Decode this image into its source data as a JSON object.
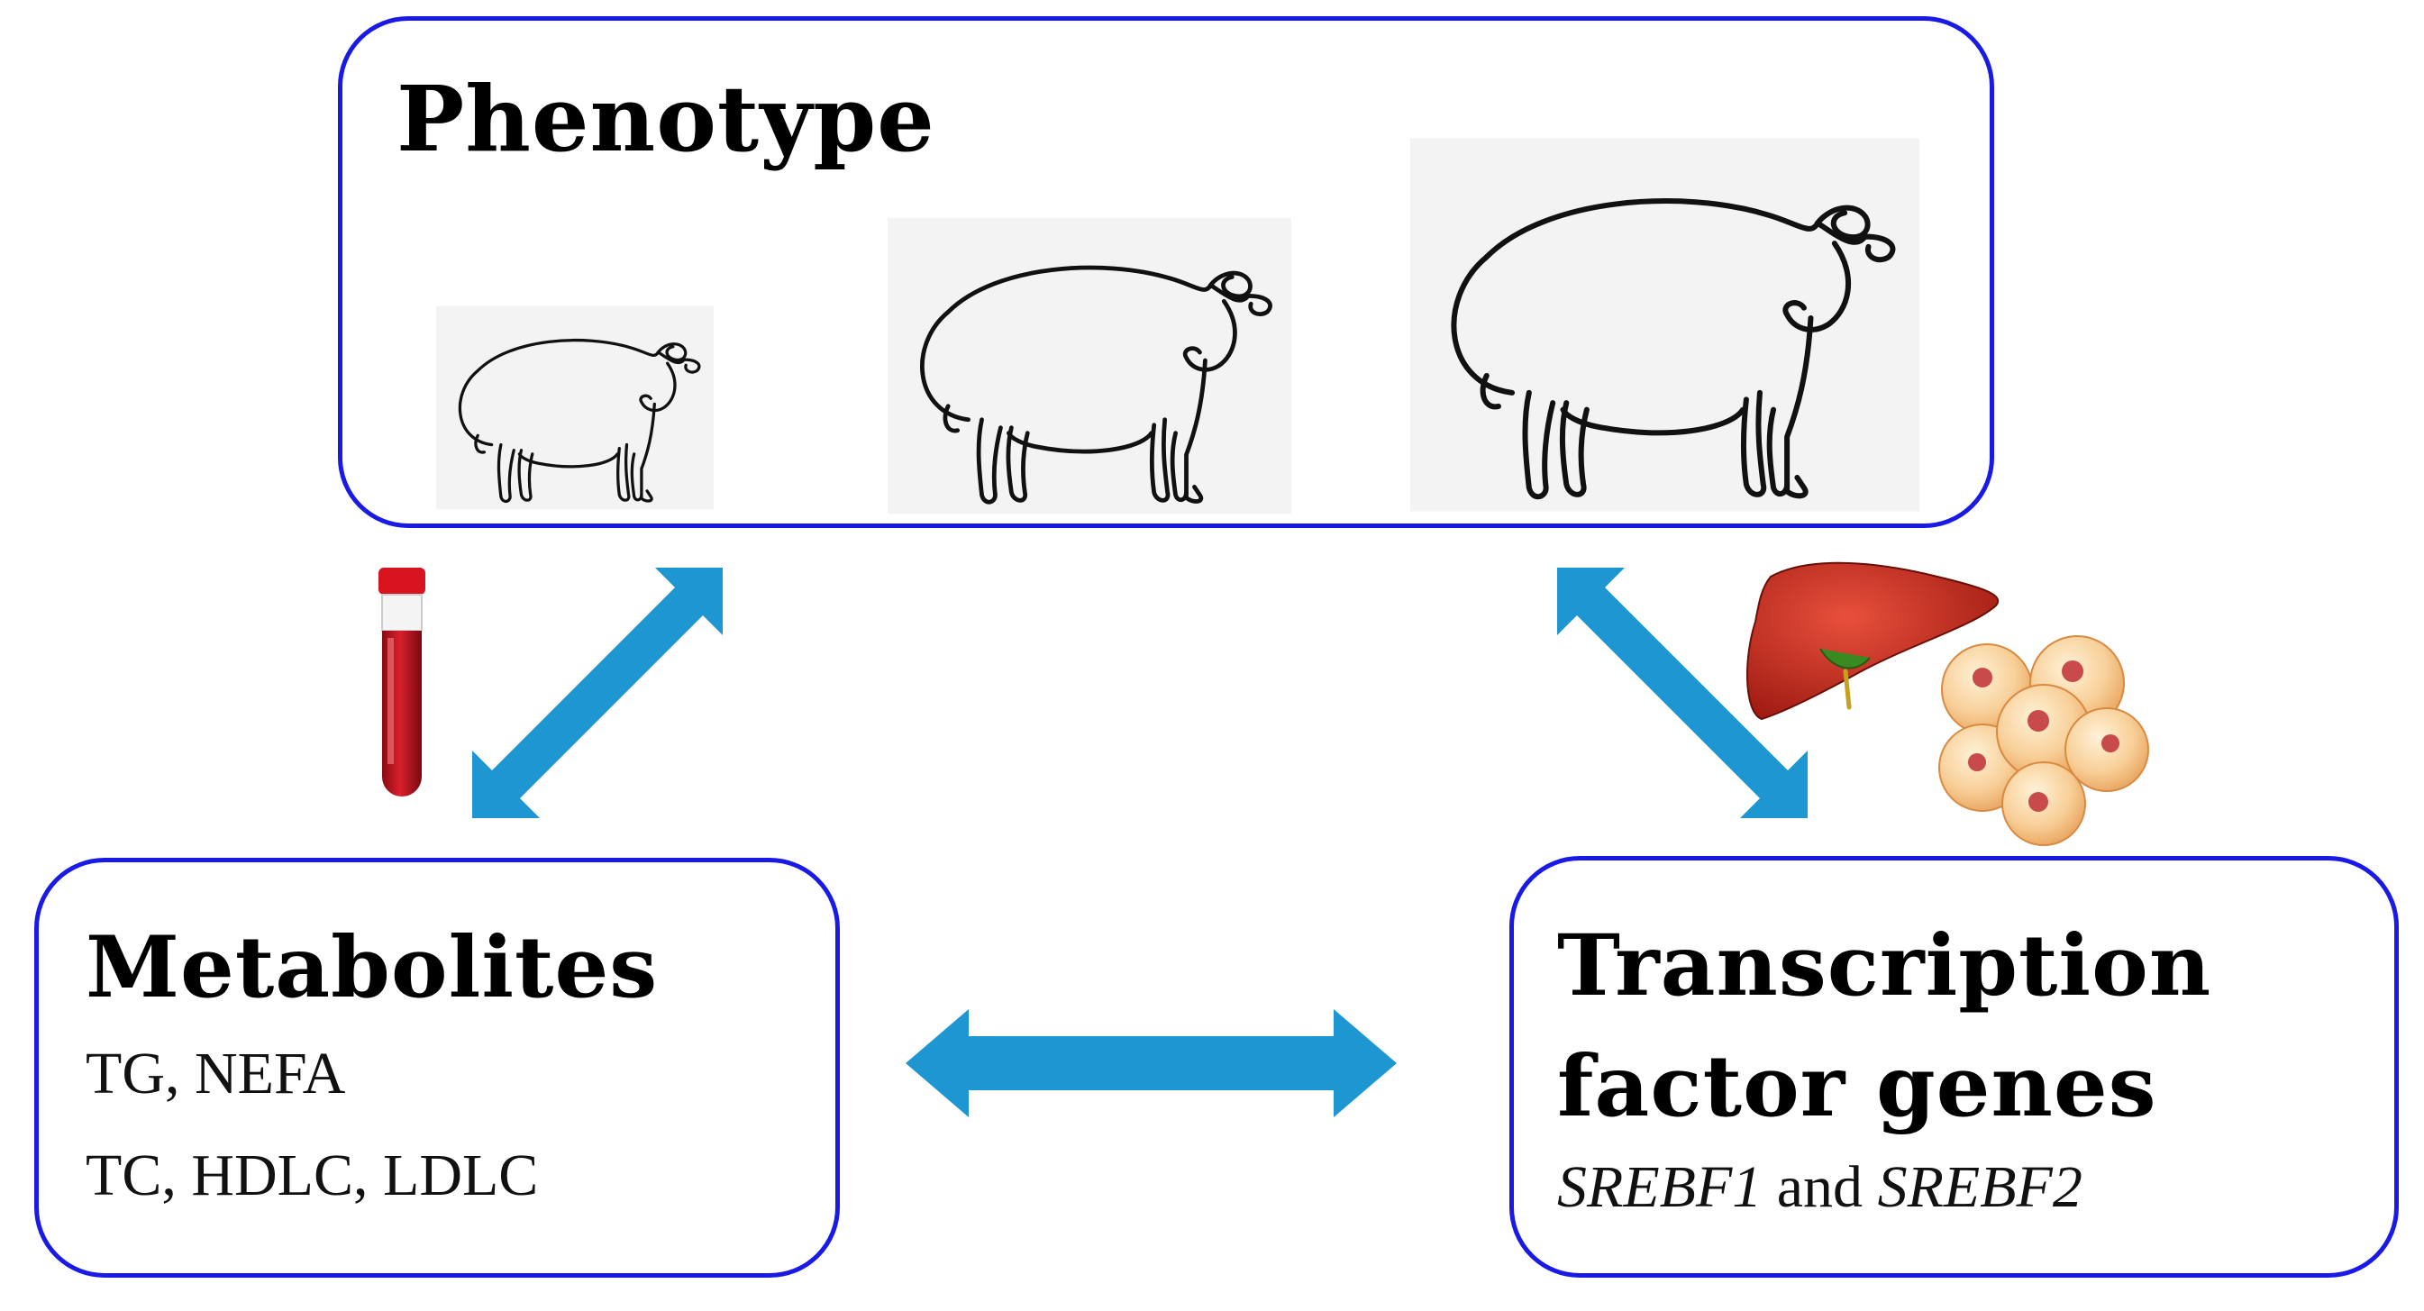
{
  "phenotype": {
    "title": "Phenotype"
  },
  "metabolites": {
    "title": "Metabolites",
    "line1": "TG, NEFA",
    "line2": "TC, HDLC, LDLC"
  },
  "transcription": {
    "title_line1": "Transcription",
    "title_line2": "factor genes",
    "gene1": "SREBF1",
    "conjunction": " and ",
    "gene2": "SREBF2"
  },
  "colors": {
    "box_border": "#1a1ae6",
    "arrow": "#1e96d2",
    "blood": "#c8101e",
    "liver": "#c0241a",
    "fat_cell": "#f6c48a"
  },
  "icons": [
    "sheep-small-icon",
    "sheep-medium-icon",
    "sheep-large-icon",
    "blood-tube-icon",
    "liver-icon",
    "fat-cells-icon"
  ]
}
